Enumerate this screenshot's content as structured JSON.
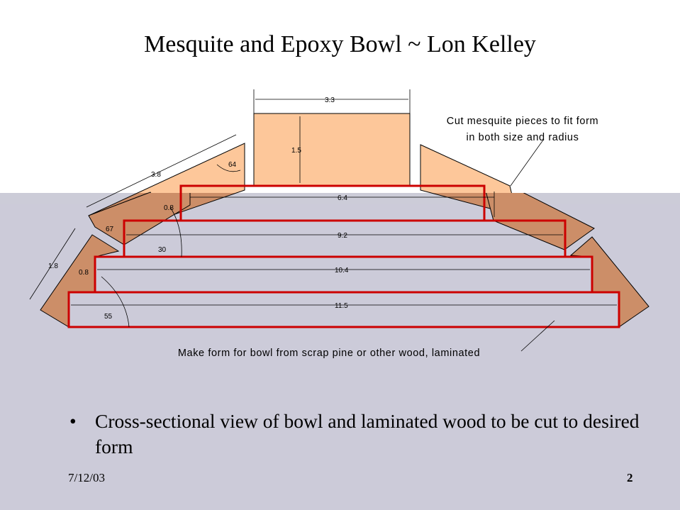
{
  "slide": {
    "title": "Mesquite and Epoxy Bowl ~ Lon Kelley",
    "bullet": "Cross-sectional view of bowl and laminated wood to be cut to desired form",
    "date": "7/12/03",
    "page": "2"
  },
  "diagram": {
    "notes": {
      "cut": [
        "Cut mesquite pieces to fit form",
        "in both size and radius"
      ],
      "form": "Make form for bowl from scrap  pine or other wood, laminated"
    },
    "dimensions": {
      "top_width": "3.3",
      "top_height": "1.5",
      "upper_piece_length": "3.8",
      "upper_angle": "64",
      "upper_thickness": "0.8",
      "mid_angle": "67",
      "form_angle": "30",
      "lower_piece_length": "1.8",
      "lower_thickness": "0.8",
      "base_angle": "55",
      "form_widths": [
        "6.4",
        "9.2",
        "10.4",
        "11.5"
      ]
    },
    "colors": {
      "mesquite_light": "#fdc79a",
      "mesquite_dark": "#cc8e68",
      "form_outline": "#cc0000",
      "background": "#cccbd9"
    }
  }
}
